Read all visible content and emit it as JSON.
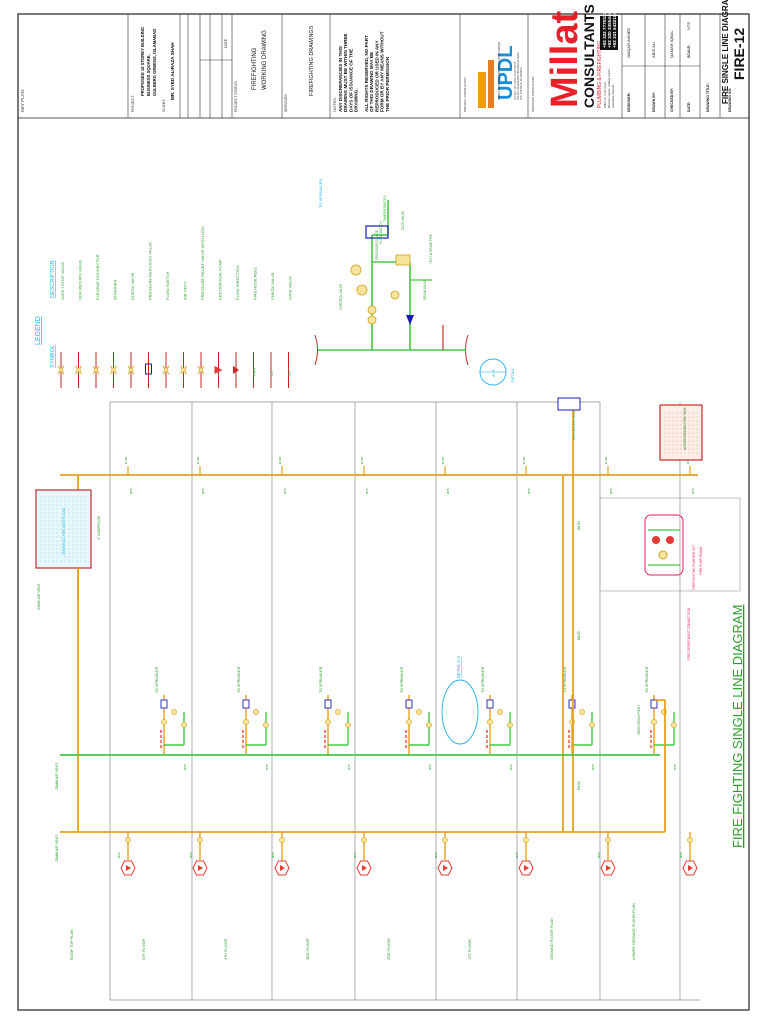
{
  "title_block": {
    "key_plan": "KEY PLAN:",
    "project_label": "PROJECT:",
    "project_lines": [
      "PROPOSED 16 STOREY BUILDING",
      "BUSINESS SQUARE,",
      "GULBERG GREENS, ISLAMABAD"
    ],
    "client_label": "CLIENT:",
    "client": "MR. SYED ALIRAZA SHAH",
    "date_label": "DATE:",
    "project_status_label": "PROJECT STATUS:",
    "project_status": [
      "FIREFIGHTING",
      "WORKING DRAWING"
    ],
    "services_label": "SERVICES:",
    "services": "FIREFIGHTING DRAWINGS",
    "notes_label": "NOTES:",
    "notes": [
      "ANY DISCREPANCIES IN THIS",
      "DRAWING MUST BE WITHIN THREE",
      "DAYS OF ISSUANCE OF THE",
      "DRAWING.",
      "",
      "ALL RIGHTS RESERVED, NO PART",
      "OF THIS DRAWING MAY BE",
      "REPRODUCED OR USED IN ANY",
      "FORM OR BY ANY MEANS WITHOUT",
      "THE PRIOR PERMISSION"
    ],
    "project_consultant_label": "PROJECT CONSULTANT:",
    "updl_name": "UPDL",
    "updl_full": "URBAN PLANNING AND DESIGN (PVT) LIMITED",
    "updl_address": [
      "OFFICE: 107 FLOOR, PLOT NO.15",
      "POLICE FOUNDATION HOUSING SCHEME",
      "O-9 LOHI BHER, ISLAMABAD"
    ],
    "services_consultant_label": "SERVICES CONSULTANT:",
    "millat": "Millat",
    "consultants": "CONSULTANTS",
    "millat_tagline": "PLUMBING & FIREFIGHTING",
    "millat_address": [
      "Office No. 4, 2nd Floor",
      "Business Square, Gulberg Greens",
      "Islamabad, Pakistan"
    ],
    "phones": [
      "+92 322 7770333",
      "+92 320 3355444",
      "+92 331 5432104"
    ],
    "designer_label": "DESIGNER:",
    "designer": "WAQAR AHMED",
    "drawn_by_label": "DRAWN BY:",
    "drawn_by": "ABID ALI",
    "checked_by_label": "CHECKED BY:",
    "checked_by": "QAMAR IQBAL",
    "date2_label": "DATE:",
    "scale_label": "SCALE:",
    "scale": "NTS",
    "drawing_title_label": "DRAWING TITLE:",
    "drawing_title": "FIRE SINGLE LINE DIAGRAM",
    "drawing_no_label": "DRAWING NO:",
    "drawing_no": "FIRE-12"
  },
  "legend": {
    "title": "LEGEND",
    "symbol_header": "SYMBOL",
    "description_header": "DESCRIPTION",
    "items": [
      {
        "symbol": "gate-valve",
        "description": "GATE / STOP VALVE"
      },
      {
        "symbol": "non-return-valve",
        "description": "NON RETURN VALVE"
      },
      {
        "symbol": "flexible-connector",
        "description": "FLEXIBLE CONNECTOR"
      },
      {
        "symbol": "strainer",
        "description": "STRAINER"
      },
      {
        "symbol": "check-valve",
        "description": "CHECK VALVE"
      },
      {
        "symbol": "pressure-reducing-valve",
        "description": "PRESSURE REDUCING VALVE"
      },
      {
        "symbol": "flow-switch",
        "description": "FLOW SWITCH"
      },
      {
        "symbol": "air-vent",
        "description": "AIR VENT"
      },
      {
        "symbol": "pressure-relief",
        "description": "PRESSURE RELIEF VALVE WITH LOCK"
      },
      {
        "symbol": "pump",
        "description": "CENTRIFUGAL PUMP"
      },
      {
        "symbol": "flow-direction",
        "description": "FLOW DIRECTION"
      },
      {
        "symbol": "FHR",
        "description": "FIRE HOSE REEL"
      },
      {
        "symbol": "CV",
        "description": "CHECK VALVE"
      },
      {
        "symbol": "GV",
        "description": "GATE VALVE"
      }
    ]
  },
  "detail": {
    "callout": "A-A",
    "callout_label": "DETAIL",
    "sprinkler_label": "TO SPRINKLER",
    "annotations": [
      "FLOW SWITCH",
      "TAMPER SWITCH",
      "PRESSURE GAUGE",
      "CONTROL VALVE",
      "DRAIN VALVE",
      "GATE VALVE",
      "TEST & DRAIN PIPE"
    ]
  },
  "floors": [
    {
      "label": "ROOF TOP PLAN"
    },
    {
      "label": "5TH FLOOR"
    },
    {
      "label": "4TH FLOOR"
    },
    {
      "label": "3RD FLOOR"
    },
    {
      "label": "2ND FLOOR"
    },
    {
      "label": "1ST FLOOR"
    },
    {
      "label": "GROUND FLOOR PLAN"
    },
    {
      "label": "LOWER GROUND FLOOR PLAN"
    }
  ],
  "riser": {
    "to_sprinkler": "TO SPRINKLER",
    "pipe_size": "Ø65",
    "main_size": "Ø100",
    "riser_size": "Ø150",
    "detail_ref": "DETAIL A-A",
    "air_vent": "25MM AIR VENT",
    "drain_point": "25MM DRAIN POINT",
    "tank_label": "OVERHEAD FIRE WATER TANK",
    "tank_pipe": "4\" OVERFLOW",
    "underground_tank": "UNDERGROUND FIRE TANK",
    "pump_room": "FIRE PUMP ROOM",
    "pump_set": "FIREFIGHTING PUMPING SET",
    "fire_dept": "FIRE DEPARTMENT CONNECTION",
    "non_return": "NON RETURN VALVE"
  },
  "diagram_title": "FIRE FIGHTING SINGLE LINE DIAGRAM"
}
